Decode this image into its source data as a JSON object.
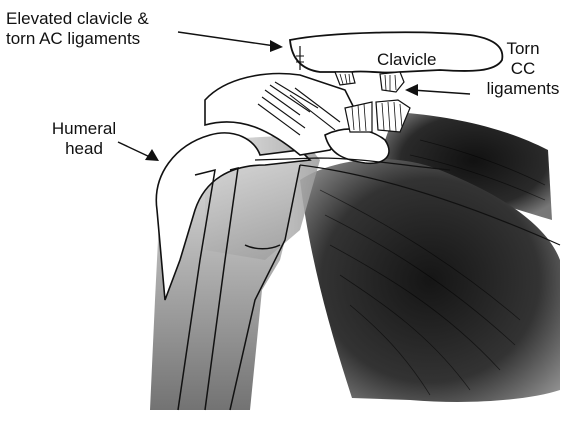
{
  "labels": {
    "elevated": {
      "line1": "Elevated clavicle &",
      "line2": "torn AC ligaments"
    },
    "clavicle": "Clavicle",
    "cc": {
      "line1": "Torn",
      "line2": "CC",
      "line3": "ligaments"
    },
    "humeral": {
      "line1": "Humeral",
      "line2": "head"
    }
  },
  "colors": {
    "ink": "#111111",
    "muscle_dark": "#222222",
    "muscle_mid": "#555555",
    "shade_light": "#bdbdbd",
    "bone_fill": "#ffffff"
  }
}
